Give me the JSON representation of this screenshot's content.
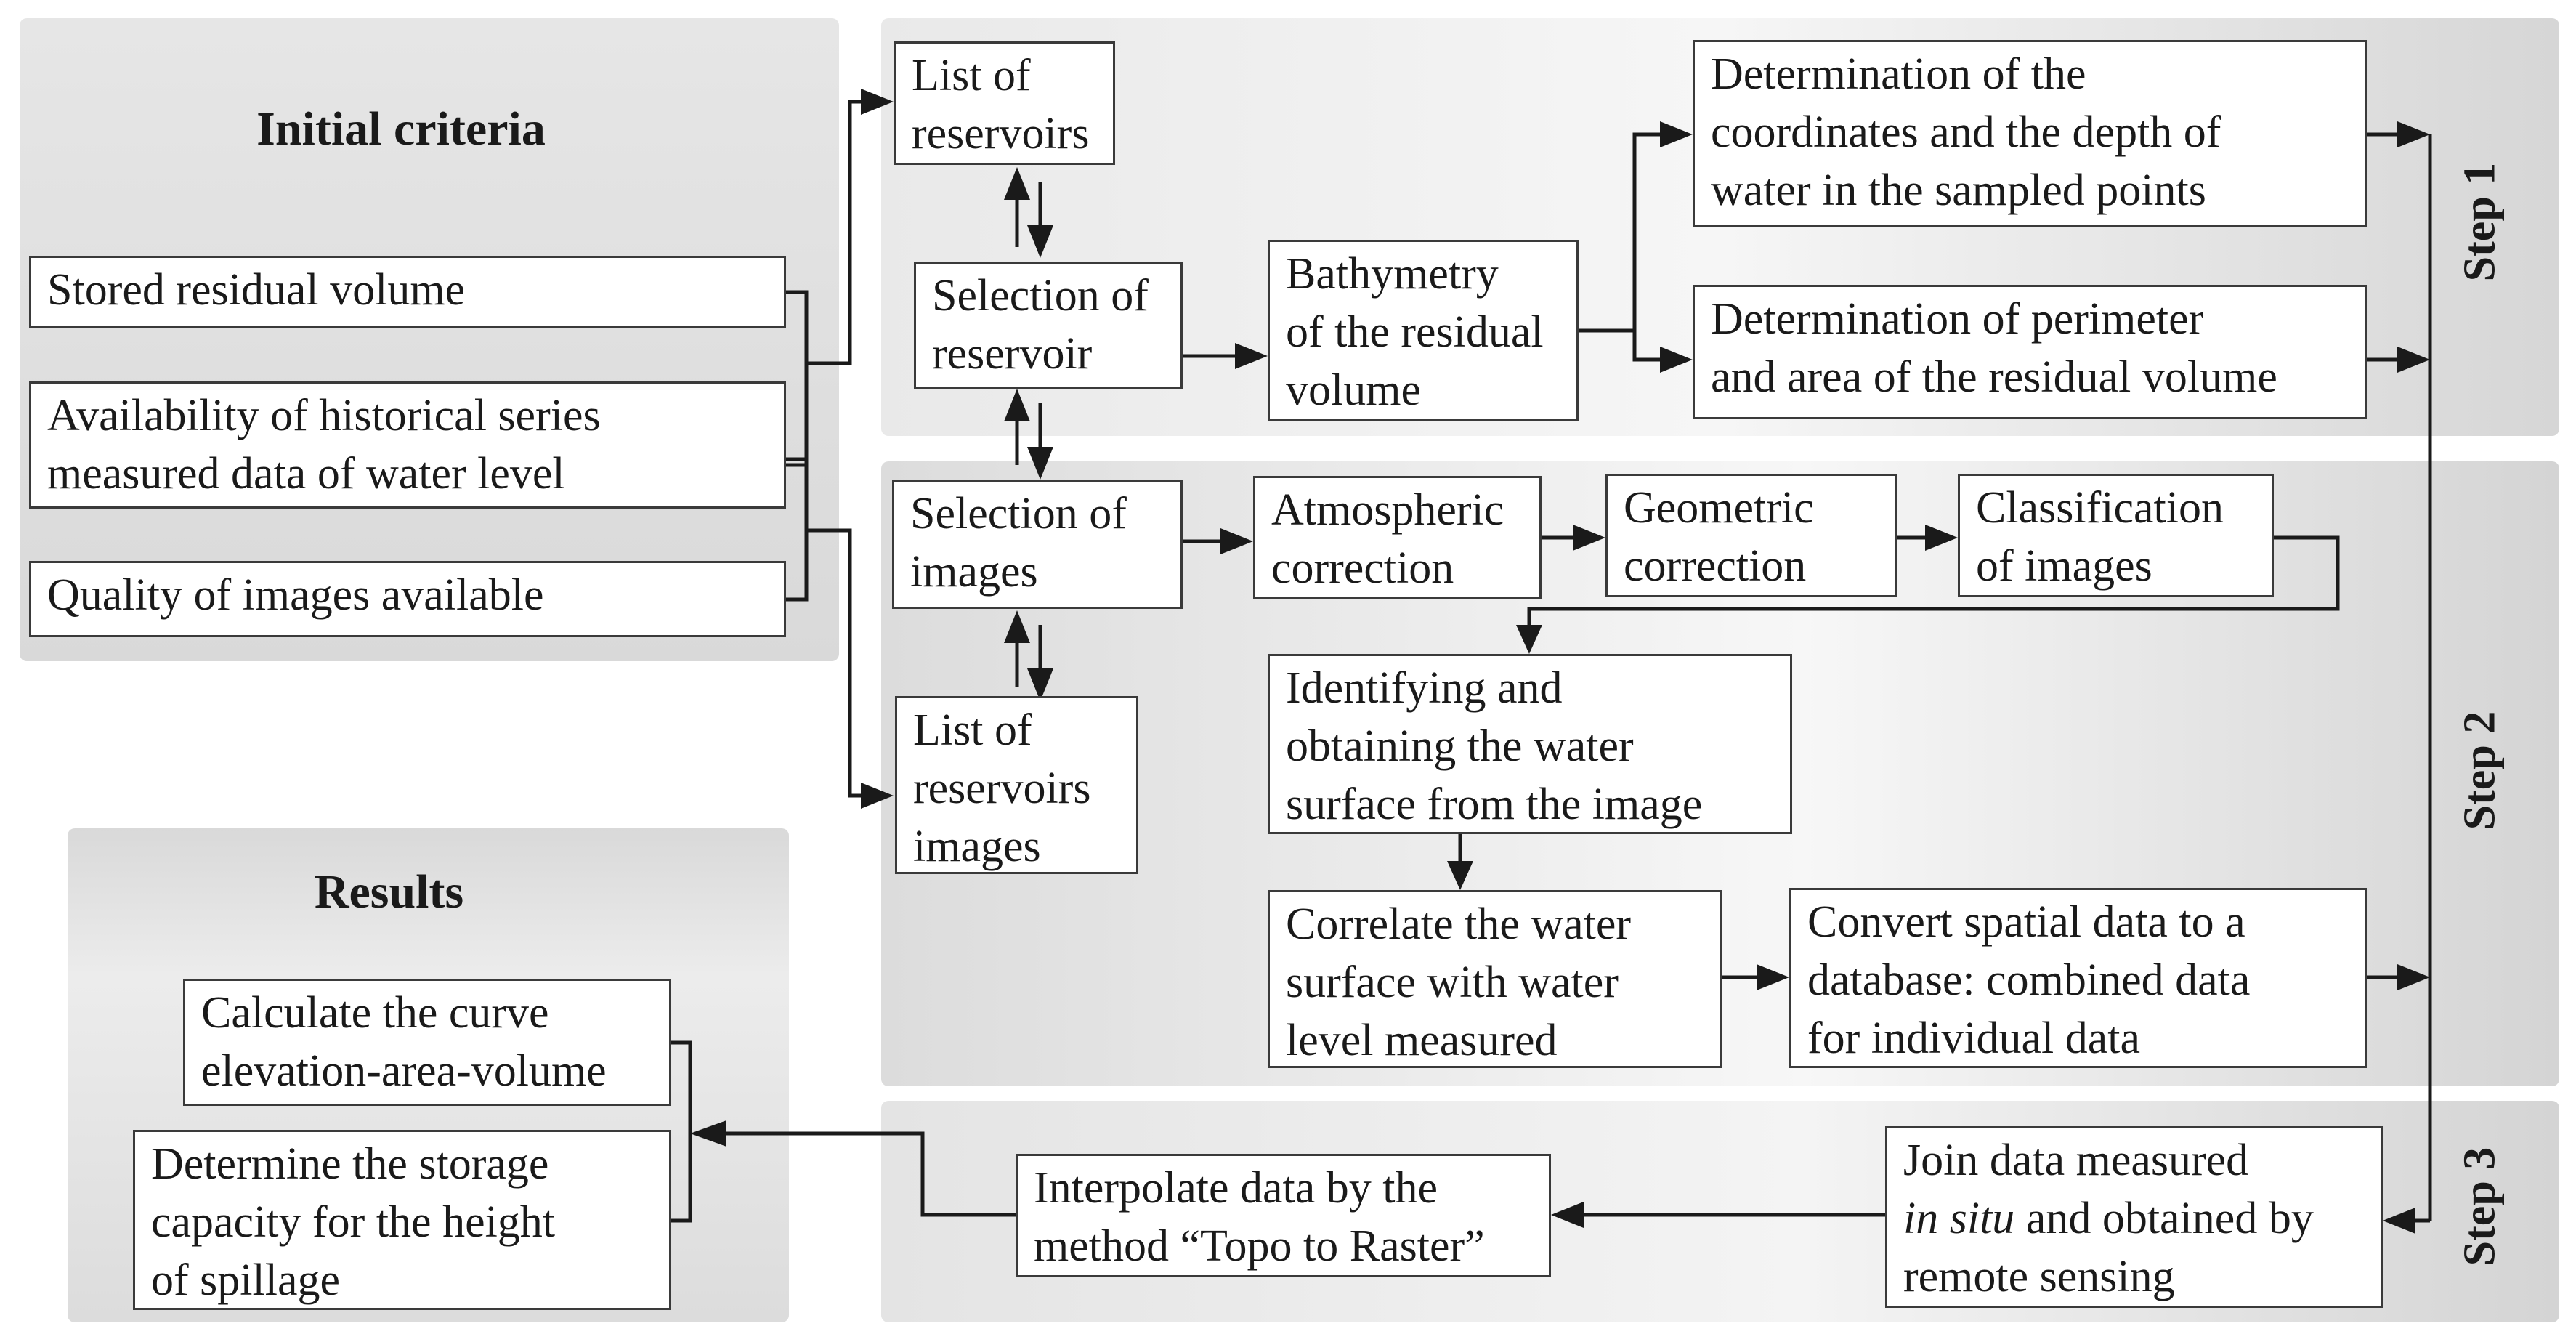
{
  "panels": {
    "initial_criteria": "Initial criteria",
    "results": "Results",
    "step1": "Step 1",
    "step2": "Step 2",
    "step3": "Step 3"
  },
  "criteria": {
    "stored": "Stored residual volume",
    "availability": "Availability of historical series\nmeasured data of water level",
    "quality": "Quality of images available"
  },
  "step1": {
    "list_reservoirs": "List of\nreservoirs",
    "selection_reservoir": "Selection of\nreservoir",
    "bathymetry": "Bathymetry\nof the residual\nvolume",
    "det_coordinates": "Determination of the\ncoordinates and the depth of\nwater in the sampled points",
    "det_perimeter": "Determination of perimeter\nand area of the residual volume"
  },
  "step2": {
    "selection_images": "Selection of\nimages",
    "list_reservoir_images": "List of\nreservoirs\nimages",
    "atmospheric": "Atmospheric\ncorrection",
    "geometric": "Geometric\ncorrection",
    "classification": "Classification\nof images",
    "identifying": "Identifying and\nobtaining the water\nsurface from the image",
    "correlate": "Correlate the water\nsurface with water\nlevel measured",
    "convert": "Convert spatial data to a\ndatabase: combined data\nfor individual data"
  },
  "step3": {
    "join_line1": "Join data measured",
    "join_italic": "in situ",
    "join_line2_rest": " and obtained by",
    "join_line3": "remote sensing",
    "interpolate": "Interpolate data by the\nmethod “Topo to Raster”"
  },
  "results": {
    "calculate": "Calculate the curve\nelevation-area-volume",
    "determine": "Determine the storage\ncapacity for the height\nof spillage"
  }
}
